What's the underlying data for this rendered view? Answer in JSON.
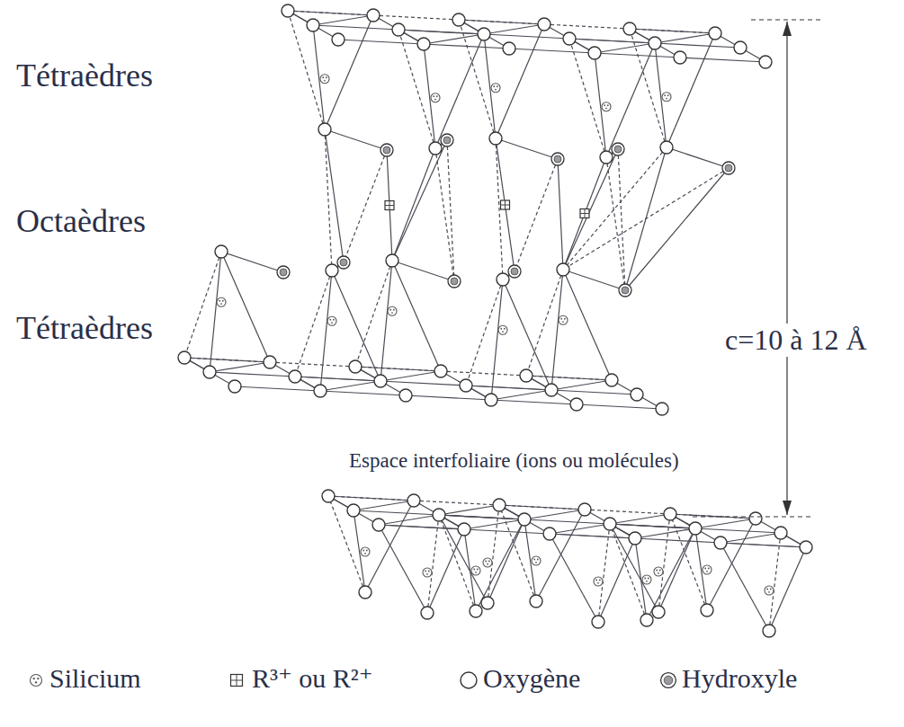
{
  "diagram": {
    "labels": [
      "Tétraèdres",
      "Octaèdres",
      "Tétraèdres",
      "c=10 à 12 Å",
      "Espace interfoliaire (ions ou molécules)"
    ],
    "legend": [
      {
        "text": "Silicium"
      },
      {
        "text": "R³⁺ ou R²⁺"
      },
      {
        "text": "Oxygène"
      },
      {
        "text": "Hydroxyle"
      }
    ]
  }
}
